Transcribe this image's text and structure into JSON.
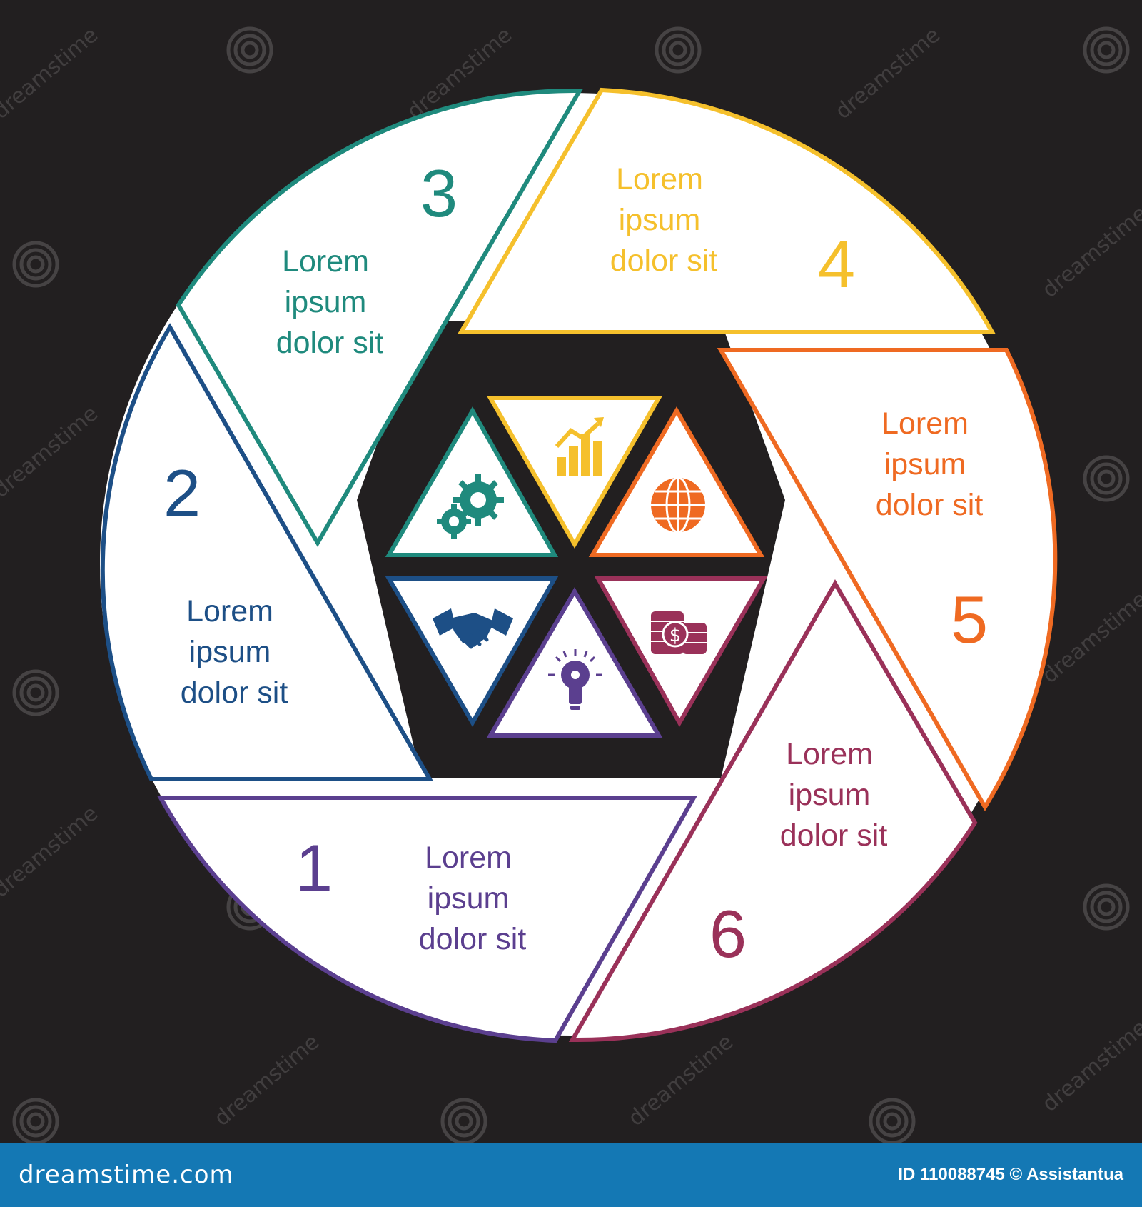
{
  "segments": [
    {
      "id": 1,
      "number": "1",
      "text": [
        "Lorem",
        "ipsum",
        "dolor sit"
      ],
      "color": "#5b3f8f"
    },
    {
      "id": 2,
      "number": "2",
      "text": [
        "Lorem",
        "ipsum",
        "dolor sit"
      ],
      "color": "#1d4f86"
    },
    {
      "id": 3,
      "number": "3",
      "text": [
        "Lorem",
        "ipsum",
        "dolor sit"
      ],
      "color": "#1f8a7d"
    },
    {
      "id": 4,
      "number": "4",
      "text": [
        "Lorem",
        "ipsum",
        "dolor sit"
      ],
      "color": "#f5c02c"
    },
    {
      "id": 5,
      "number": "5",
      "text": [
        "Lorem",
        "ipsum",
        "dolor sit"
      ],
      "color": "#ef6a22"
    },
    {
      "id": 6,
      "number": "6",
      "text": [
        "Lorem",
        "ipsum",
        "dolor sit"
      ],
      "color": "#9a3159"
    }
  ],
  "center_icons": [
    {
      "name": "gears-icon",
      "color": "#1f8a7d"
    },
    {
      "name": "growth-chart-icon",
      "color": "#f5c02c"
    },
    {
      "name": "globe-icon",
      "color": "#ef6a22"
    },
    {
      "name": "coins-icon",
      "color": "#9a3159"
    },
    {
      "name": "lightbulb-icon",
      "color": "#5b3f8f"
    },
    {
      "name": "handshake-icon",
      "color": "#1d4f86"
    }
  ],
  "watermark": {
    "text": "dreamstime"
  },
  "footer": {
    "brand": "dreamstime.com",
    "credit": "ID 110088745 © Assistantua"
  }
}
